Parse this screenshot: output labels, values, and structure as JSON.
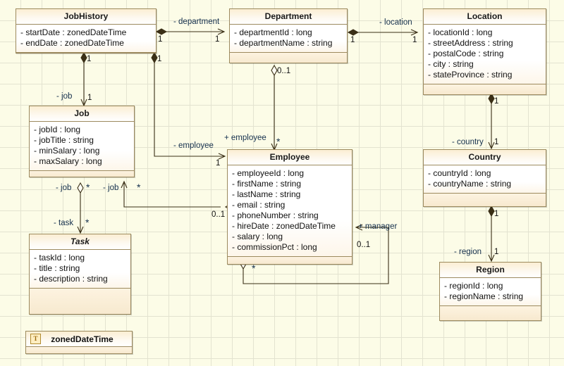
{
  "diagram": {
    "title": "UML class diagram",
    "background_color": "#fcfce7",
    "grid_color": "#e3e3d0",
    "class_border_color": "#9c8a5e",
    "label_color": "#15304d"
  },
  "classes": [
    {
      "id": "jobhistory",
      "name": "JobHistory",
      "abstract": false,
      "attributes": [
        "- startDate : zonedDateTime",
        "- endDate : zonedDateTime"
      ]
    },
    {
      "id": "department",
      "name": "Department",
      "abstract": false,
      "attributes": [
        "- departmentId : long",
        "- departmentName : string"
      ]
    },
    {
      "id": "location",
      "name": "Location",
      "abstract": false,
      "attributes": [
        "- locationId : long",
        "- streetAddress : string",
        "- postalCode : string",
        "- city : string",
        "- stateProvince : string"
      ]
    },
    {
      "id": "job",
      "name": "Job",
      "abstract": false,
      "attributes": [
        "- jobId : long",
        "- jobTitle : string",
        "- minSalary : long",
        "- maxSalary : long"
      ]
    },
    {
      "id": "employee",
      "name": "Employee",
      "abstract": false,
      "attributes": [
        "- employeeId : long",
        "- firstName : string",
        "- lastName : string",
        "- email : string",
        "- phoneNumber : string",
        "- hireDate : zonedDateTime",
        "- salary : long",
        "- commissionPct : long"
      ]
    },
    {
      "id": "country",
      "name": "Country",
      "abstract": false,
      "attributes": [
        "- countryId : long",
        "- countryName : string"
      ]
    },
    {
      "id": "task",
      "name": "Task",
      "abstract": true,
      "attributes": [
        "- taskId : long",
        "- title : string",
        "- description : string"
      ]
    },
    {
      "id": "region",
      "name": "Region",
      "abstract": false,
      "attributes": [
        "- regionId : long",
        "- regionName : string"
      ]
    }
  ],
  "type_box": {
    "id": "zoneddatetime",
    "name": "zonedDateTime",
    "badge": "T"
  },
  "edges": [
    {
      "id": "jobhistory-department",
      "from": "jobhistory",
      "to": "department",
      "role_label": "- department",
      "source_mult": "1",
      "target_mult": "1",
      "source_end": "composite-diamond",
      "target_end": "open-arrow"
    },
    {
      "id": "department-location",
      "from": "department",
      "to": "location",
      "role_label": "- location",
      "source_mult": "1",
      "target_mult": "1",
      "source_end": "composite-diamond",
      "target_end": "open-arrow"
    },
    {
      "id": "jobhistory-job",
      "from": "jobhistory",
      "to": "job",
      "role_label": "- job",
      "source_mult": "1",
      "target_mult": "1",
      "source_end": "composite-diamond",
      "target_end": "open-arrow"
    },
    {
      "id": "jobhistory-employee",
      "from": "jobhistory",
      "to": "employee",
      "role_label": "- employee",
      "source_mult": "1",
      "target_mult": "1",
      "source_end": "composite-diamond",
      "target_end": "open-arrow"
    },
    {
      "id": "department-employee",
      "from": "department",
      "to": "employee",
      "role_label": "+ employee",
      "source_mult": "0..1",
      "target_mult": "*",
      "source_end": "aggregate-diamond",
      "target_end": "open-arrow"
    },
    {
      "id": "job-task",
      "from": "job",
      "to": "task",
      "role_label": "- job",
      "second_label": "- task",
      "source_mult": "*",
      "target_mult": "*",
      "source_end": "aggregate-diamond",
      "target_end": "open-arrow"
    },
    {
      "id": "employee-job",
      "from": "employee",
      "to": "job",
      "role_label": "- job",
      "source_mult": "0..1",
      "target_mult": "*",
      "source_end": "aggregate-diamond",
      "target_end": "open-arrow"
    },
    {
      "id": "location-country",
      "from": "location",
      "to": "country",
      "role_label": "- country",
      "source_mult": "1",
      "target_mult": "1",
      "source_end": "composite-diamond",
      "target_end": "open-arrow"
    },
    {
      "id": "country-region",
      "from": "country",
      "to": "region",
      "role_label": "- region",
      "source_mult": "1",
      "target_mult": "1",
      "source_end": "composite-diamond",
      "target_end": "open-arrow"
    },
    {
      "id": "employee-manager",
      "from": "employee",
      "to": "employee",
      "role_label": "+ manager",
      "source_mult": "*",
      "target_mult": "0..1",
      "source_end": "aggregate-diamond",
      "target_end": "open-arrow"
    }
  ],
  "labels": {
    "department": "- department",
    "location": "- location",
    "job": "- job",
    "job2": "- job",
    "employee_neg": "- employee",
    "employee_pos": "+ employee",
    "task": "- task",
    "country": "- country",
    "region": "- region",
    "manager": "+ manager",
    "m_1": "1",
    "m_01": "0..1",
    "m_star": "*"
  }
}
